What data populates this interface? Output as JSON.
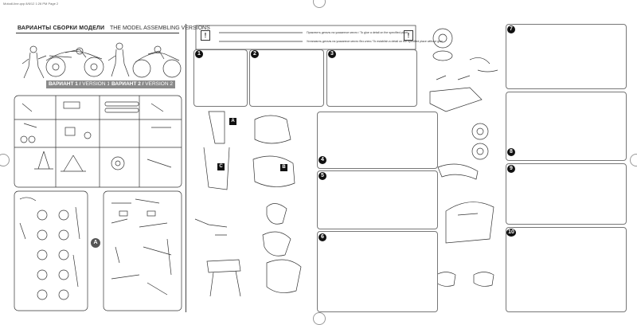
{
  "page_header": "Motodl-line.qxp  8/6/12  1:26 PM  Page 2",
  "title_ru": "ВАРИАНТЫ СБОРКИ МОДЕЛИ",
  "title_en": "THE MODEL ASSEMBLING VERSIONS",
  "version1": {
    "ru": "ВАРИАНТ 1",
    "en": "VERSION 1"
  },
  "version2": {
    "ru": "ВАРИАНТ 2",
    "en": "VERSION 2"
  },
  "notes": [
    "Приклеить деталь на указанное место / To glue a detail on the specified place",
    "Установить деталь на указанное место без клея / To establish a detail on the specified place without glue"
  ],
  "warn_symbol": "!",
  "sprue_label": "A",
  "steps": [
    "1",
    "2",
    "3",
    "4",
    "5",
    "6",
    "7",
    "8",
    "9",
    "10"
  ],
  "callouts": [
    "C",
    "B",
    "A"
  ]
}
